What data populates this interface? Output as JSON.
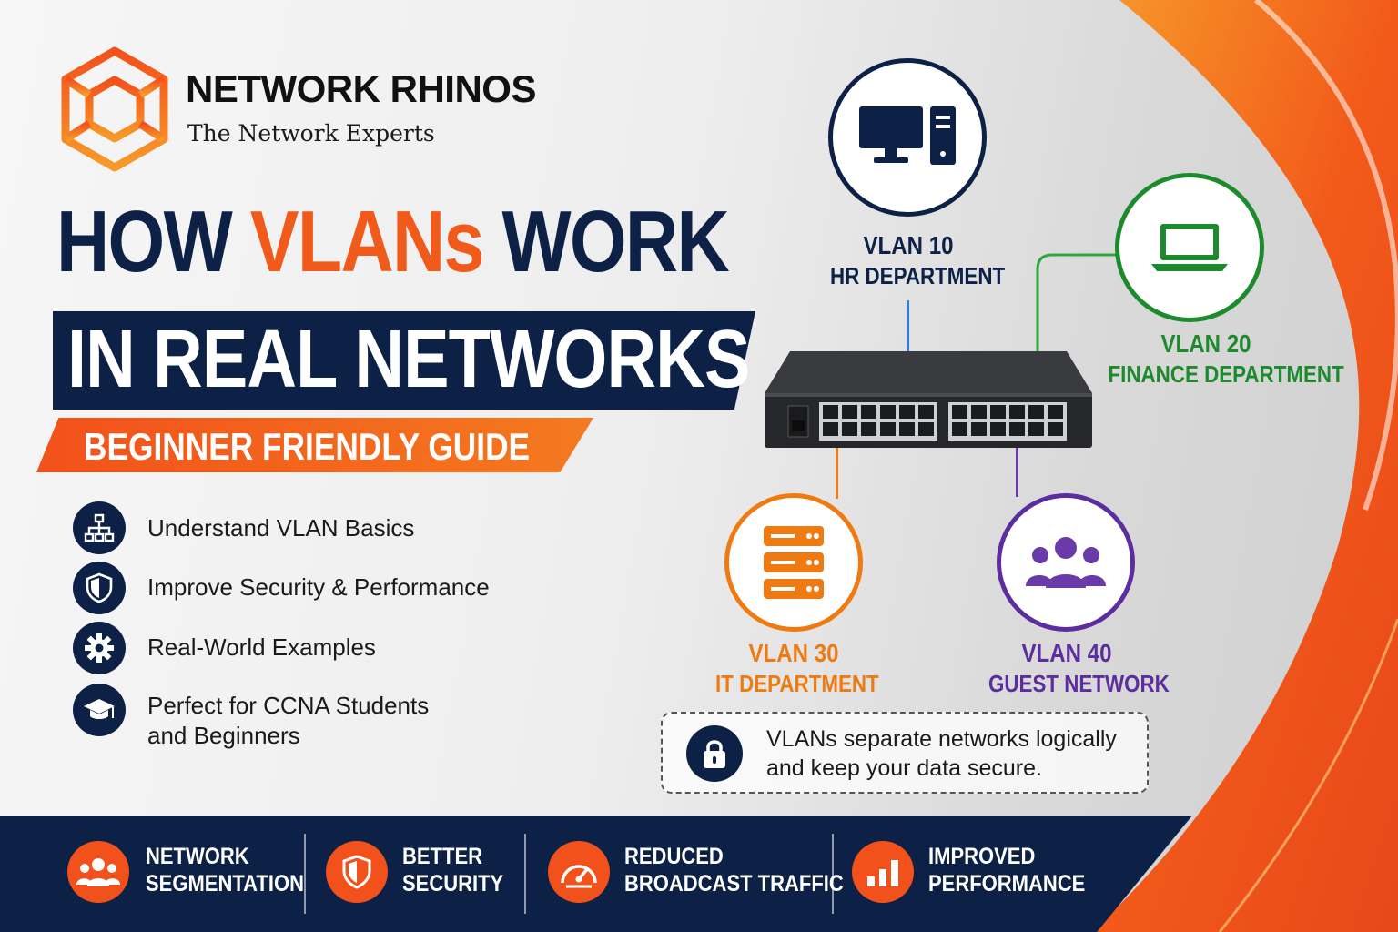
{
  "brand": {
    "name": "NETWORK RHINOS",
    "tagline": "The Network Experts"
  },
  "headline": {
    "part1": "HOW ",
    "accent": "VLANs",
    "part2": " WORK",
    "line2": "IN REAL NETWORKS",
    "subtitle": "BEGINNER FRIENDLY GUIDE"
  },
  "features": [
    {
      "icon": "network-icon",
      "text": "Understand VLAN Basics"
    },
    {
      "icon": "shield-icon",
      "text": "Improve Security & Performance"
    },
    {
      "icon": "gear-icon",
      "text": "Real-World Examples"
    },
    {
      "icon": "graduation-cap-icon",
      "text_line1": "Perfect for CCNA Students",
      "text_line2": "and Beginners"
    }
  ],
  "vlans": [
    {
      "id": "VLAN 10",
      "dept": "HR DEPARTMENT",
      "icon": "desktop-computer-icon",
      "color": "#0d2147",
      "line_color": "#2f7fd6"
    },
    {
      "id": "VLAN 20",
      "dept": "FINANCE DEPARTMENT",
      "icon": "laptop-icon",
      "color": "#1e8a2e",
      "line_color": "#2ea83c"
    },
    {
      "id": "VLAN 30",
      "dept": "IT DEPARTMENT",
      "icon": "server-icon",
      "color": "#f07a12",
      "line_color": "#f07a12"
    },
    {
      "id": "VLAN 40",
      "dept": "GUEST NETWORK",
      "icon": "users-icon",
      "color": "#5b2d9e",
      "line_color": "#6a3aa8"
    }
  ],
  "info": {
    "icon": "lock-icon",
    "line1": "VLANs separate networks logically",
    "line2": "and keep your data secure."
  },
  "benefits": [
    {
      "icon": "users-icon",
      "line1": "NETWORK",
      "line2": "SEGMENTATION"
    },
    {
      "icon": "shield-icon",
      "line1": "BETTER",
      "line2": "SECURITY"
    },
    {
      "icon": "speedometer-icon",
      "line1": "REDUCED",
      "line2": "BROADCAST TRAFFIC"
    },
    {
      "icon": "bar-chart-icon",
      "line1": "IMPROVED",
      "line2": "PERFORMANCE"
    }
  ],
  "colors": {
    "navy": "#0d2147",
    "orange": "#f05a1a",
    "green": "#1e8a2e",
    "purple": "#5b2d9e"
  }
}
